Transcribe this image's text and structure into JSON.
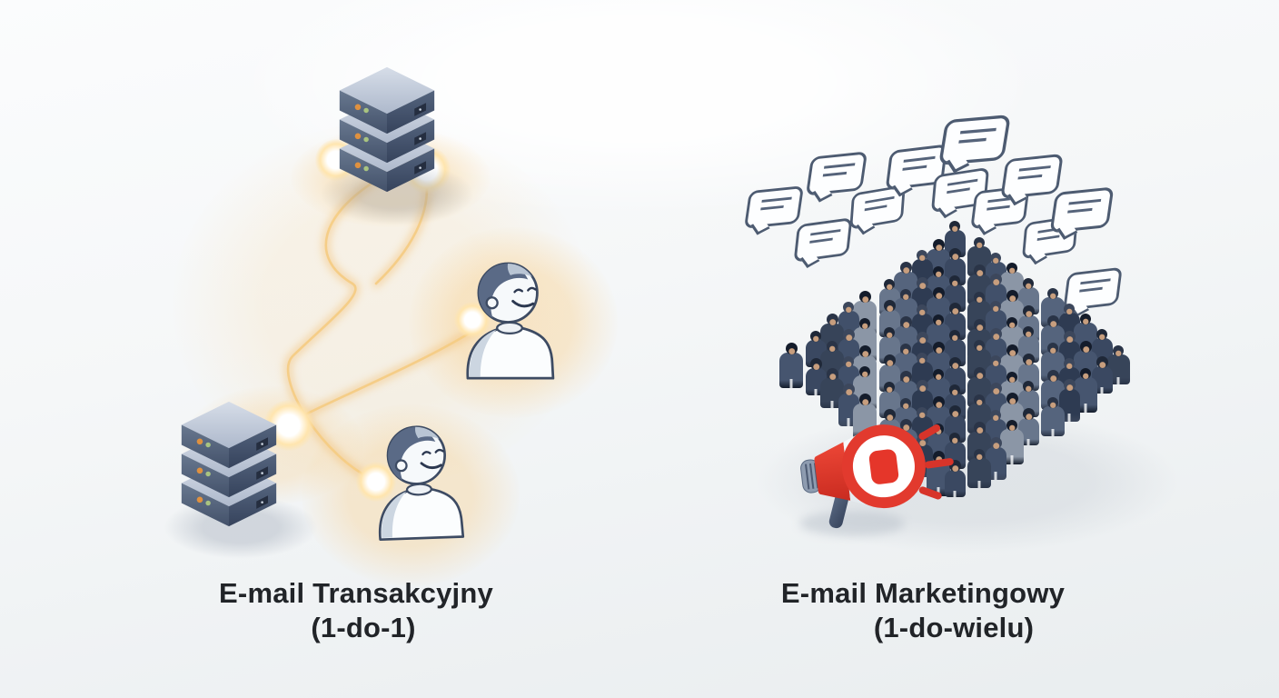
{
  "panels": {
    "left": {
      "title": "E-mail Transakcyjny",
      "subtitle": "(1-do-1)",
      "illustration": {
        "server_stacks": 2,
        "recipients": 2,
        "message_orbs": 5,
        "icons": [
          "server-stack-icon",
          "glowing-path",
          "message-orb",
          "recipient-person-icon"
        ]
      }
    },
    "right": {
      "title": "E-mail Marketingowy",
      "subtitle": "(1-do-wielu)",
      "illustration": {
        "speech_bubbles": 12,
        "crowd_people": 100,
        "sound_waves": 3,
        "icons": [
          "speech-bubble-icon",
          "crowd-icon",
          "megaphone-icon",
          "sound-wave-icon"
        ]
      }
    }
  },
  "colors": {
    "background_top": "#fbfcfd",
    "background_bottom": "#e9edef",
    "caption_text": "#212428",
    "path_gold": "#f2c279",
    "glow_warm": "#ffe5ae",
    "server_top_face": "#d6dde8",
    "server_front_face": "#5b6b87",
    "server_side_face": "#3d4b64",
    "led_orange": "#e0913f",
    "led_green": "#a9c480",
    "outline_slate": "#3d4b63",
    "hair_slate": "#5a6a86",
    "bubble_stroke": "#4d5b71",
    "megaphone_red": "#e23a2e",
    "handle_slate": "#46566e",
    "skin": "#c79e7e",
    "crowd_palette": [
      "#3a4861",
      "#46556f",
      "#2e3b52",
      "#55647d",
      "#68768c",
      "#8b96a6",
      "#41506a",
      "#374459"
    ],
    "crowd_hair": [
      "#1f2838",
      "#2a3447",
      "#3c475c",
      "#141c2b"
    ]
  }
}
